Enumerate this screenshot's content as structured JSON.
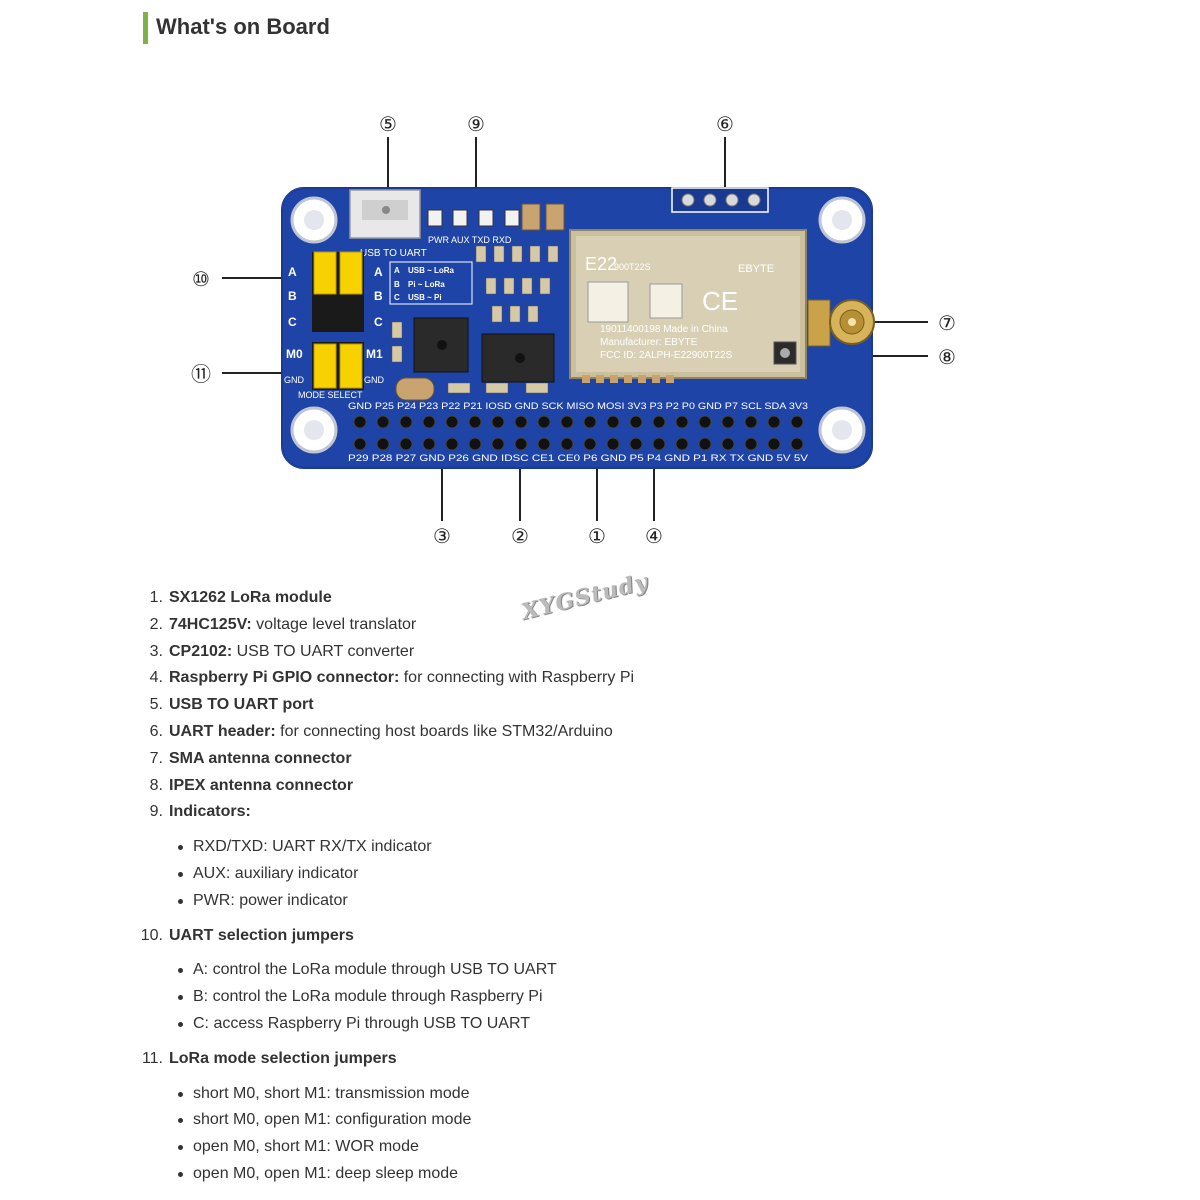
{
  "heading": "What's on Board",
  "watermark": "XYGStudy",
  "board": {
    "callouts": [
      "①",
      "②",
      "③",
      "④",
      "⑤",
      "⑥",
      "⑦",
      "⑧",
      "⑨",
      "⑩",
      "⑪"
    ],
    "module_text": {
      "model": "E22",
      "part": "900T22S",
      "brand": "EBYTE",
      "serial": "19011400198 Made in China",
      "maker": "Manufacturer: EBYTE",
      "fcc": "FCC ID: 2ALPH-E22900T22S"
    },
    "usb_label": "USB TO UART",
    "led_labels": "PWR AUX TXD RXD",
    "jumper_rows": [
      "A",
      "B",
      "C"
    ],
    "uart_table": [
      "USB ~ LoRa",
      "Pi ~ LoRa",
      "USB ~ Pi"
    ],
    "mode_labels": {
      "m0": "M0",
      "m1": "M1",
      "gnd_left": "GND",
      "gnd_right": "GND",
      "mode_select": "MODE SELECT"
    },
    "pins_top": "GND P25 P24 P23 P22 P21 IOSD GND SCK MISO MOSI 3V3 P3 P2 P0 GND P7 SCL SDA 3V3",
    "pins_bottom": "P29 P28 P27 GND P26 GND IDSC CE1 CE0 P6 GND P5 P4 GND P1 RX TX GND 5V 5V"
  },
  "items": [
    {
      "num": "1.",
      "bold": "SX1262 LoRa module",
      "text": ""
    },
    {
      "num": "2.",
      "bold": "74HC125V:",
      "text": " voltage level translator"
    },
    {
      "num": "3.",
      "bold": "CP2102:",
      "text": " USB TO UART converter"
    },
    {
      "num": "4.",
      "bold": "Raspberry Pi GPIO connector:",
      "text": " for connecting with Raspberry Pi"
    },
    {
      "num": "5.",
      "bold": "USB TO UART port",
      "text": ""
    },
    {
      "num": "6.",
      "bold": "UART header:",
      "text": " for connecting host boards like STM32/Arduino"
    },
    {
      "num": "7.",
      "bold": "SMA antenna connector",
      "text": ""
    },
    {
      "num": "8.",
      "bold": "IPEX antenna connector",
      "text": ""
    },
    {
      "num": "9.",
      "bold": "Indicators:",
      "text": "",
      "sub": [
        "RXD/TXD: UART RX/TX indicator",
        "AUX: auxiliary indicator",
        "PWR: power indicator"
      ]
    },
    {
      "num": "10.",
      "bold": "UART selection jumpers",
      "text": "",
      "sub": [
        "A: control the LoRa module through USB TO UART",
        "B: control the LoRa module through Raspberry Pi",
        "C: access Raspberry Pi through USB TO UART"
      ]
    },
    {
      "num": "11.",
      "bold": "LoRa mode selection jumpers",
      "text": "",
      "sub": [
        "short M0, short M1: transmission mode",
        "short M0, open M1: configuration mode",
        "open M0, short M1: WOR mode",
        "open M0, open M1: deep sleep mode"
      ]
    }
  ]
}
